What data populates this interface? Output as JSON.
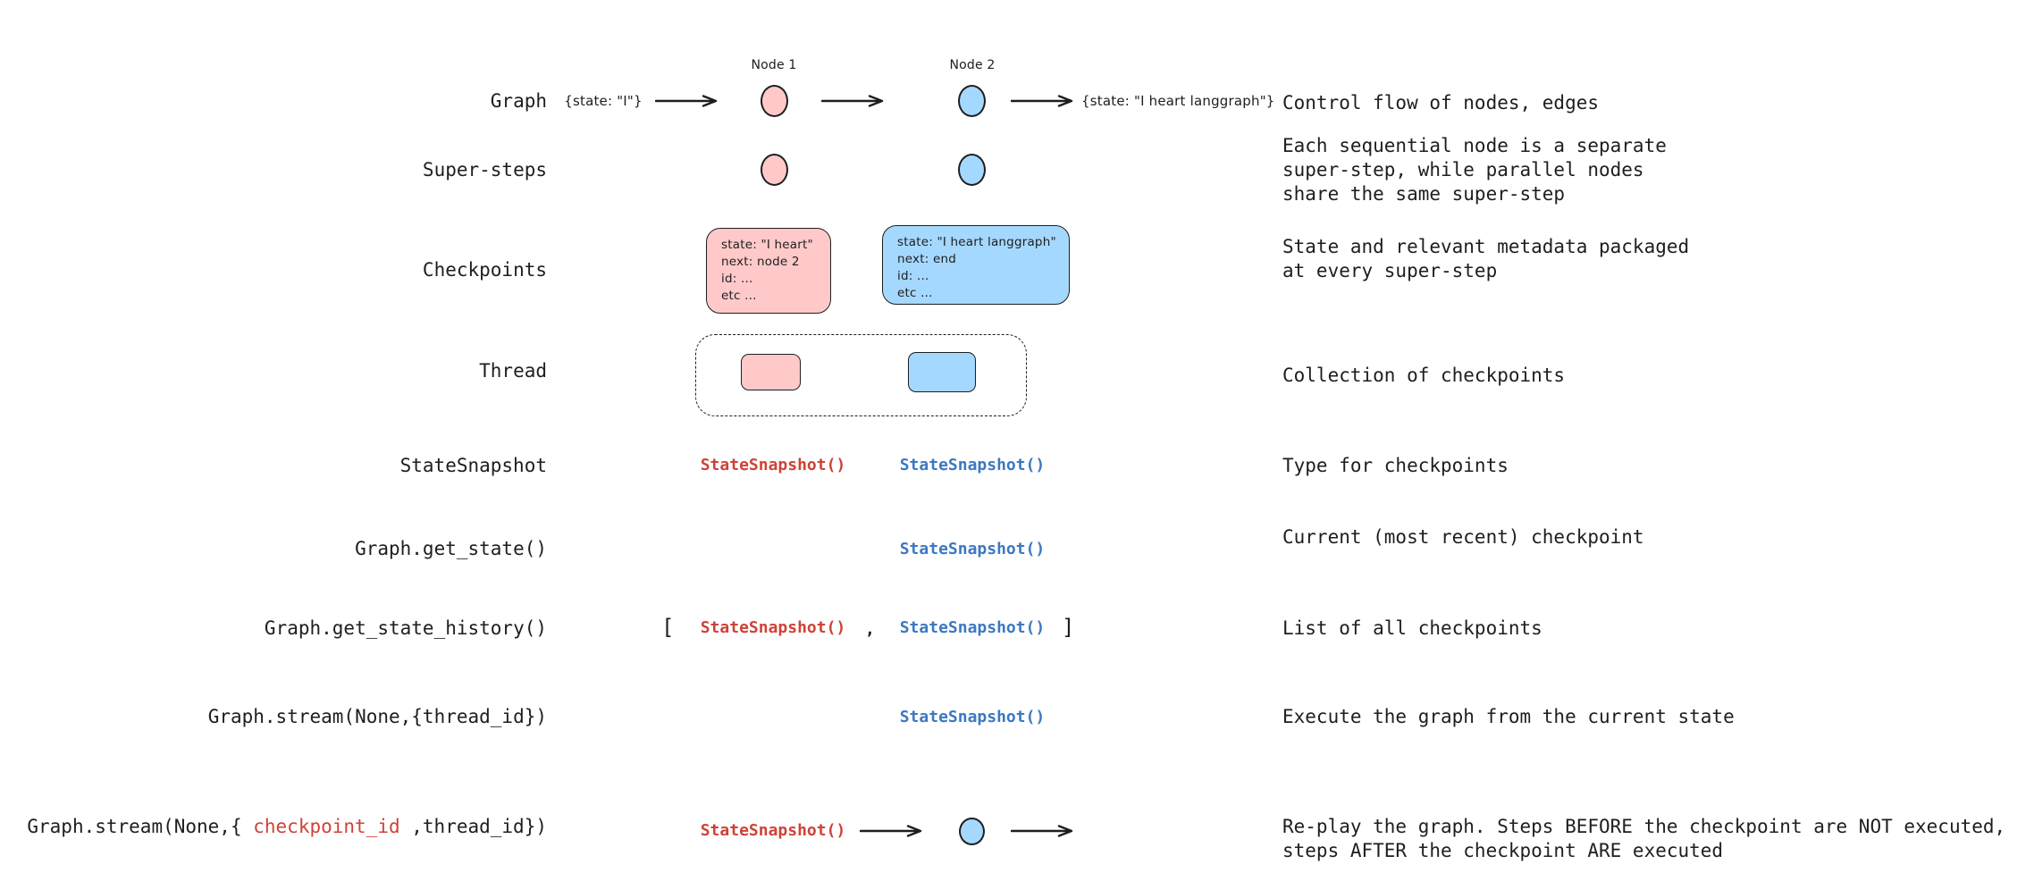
{
  "palette": {
    "ink": "#1e1e1e",
    "pink-fill": "#ffc9c9",
    "blue-fill": "#a5d8ff",
    "red-text": "#cf4237",
    "blue-text": "#3b78c2"
  },
  "code": {
    "state_snapshot": "StateSnapshot()"
  },
  "rows": {
    "graph": {
      "label": "Graph",
      "state_in": "{state: \"I\"}",
      "node1_label": "Node 1",
      "node2_label": "Node 2",
      "state_out": "{state: \"I heart langgraph\"}",
      "desc": "Control flow of nodes, edges"
    },
    "super_steps": {
      "label": "Super-steps",
      "desc": "Each sequential node is a separate\nsuper-step, while parallel nodes\nshare the same super-step"
    },
    "checkpoints": {
      "label": "Checkpoints",
      "pink_card": "state: \"I heart\"\nnext: node 2\nid: ...\netc ...",
      "blue_card": "state: \"I heart langgraph\"\nnext: end\nid: ...\netc ...",
      "desc": "State and relevant metadata packaged\nat every super-step"
    },
    "thread": {
      "label": "Thread",
      "desc": "Collection of checkpoints"
    },
    "state_snapshot": {
      "label": "StateSnapshot",
      "desc": "Type for checkpoints"
    },
    "get_state": {
      "label": "Graph.get_state()",
      "desc": "Current (most recent) checkpoint"
    },
    "get_state_history": {
      "label": "Graph.get_state_history()",
      "bracket_open": "[",
      "comma": ",",
      "bracket_close": "]",
      "desc": "List of all checkpoints"
    },
    "stream_thread": {
      "label": "Graph.stream(None,{thread_id})",
      "desc": "Execute the graph from the current state"
    },
    "stream_checkpoint": {
      "label_pre": "Graph.stream(None,{ ",
      "label_red": "checkpoint_id",
      "label_post": " ,thread_id})",
      "desc": "Re-play the graph. Steps BEFORE the checkpoint are NOT executed,\nsteps AFTER the checkpoint ARE executed"
    }
  }
}
